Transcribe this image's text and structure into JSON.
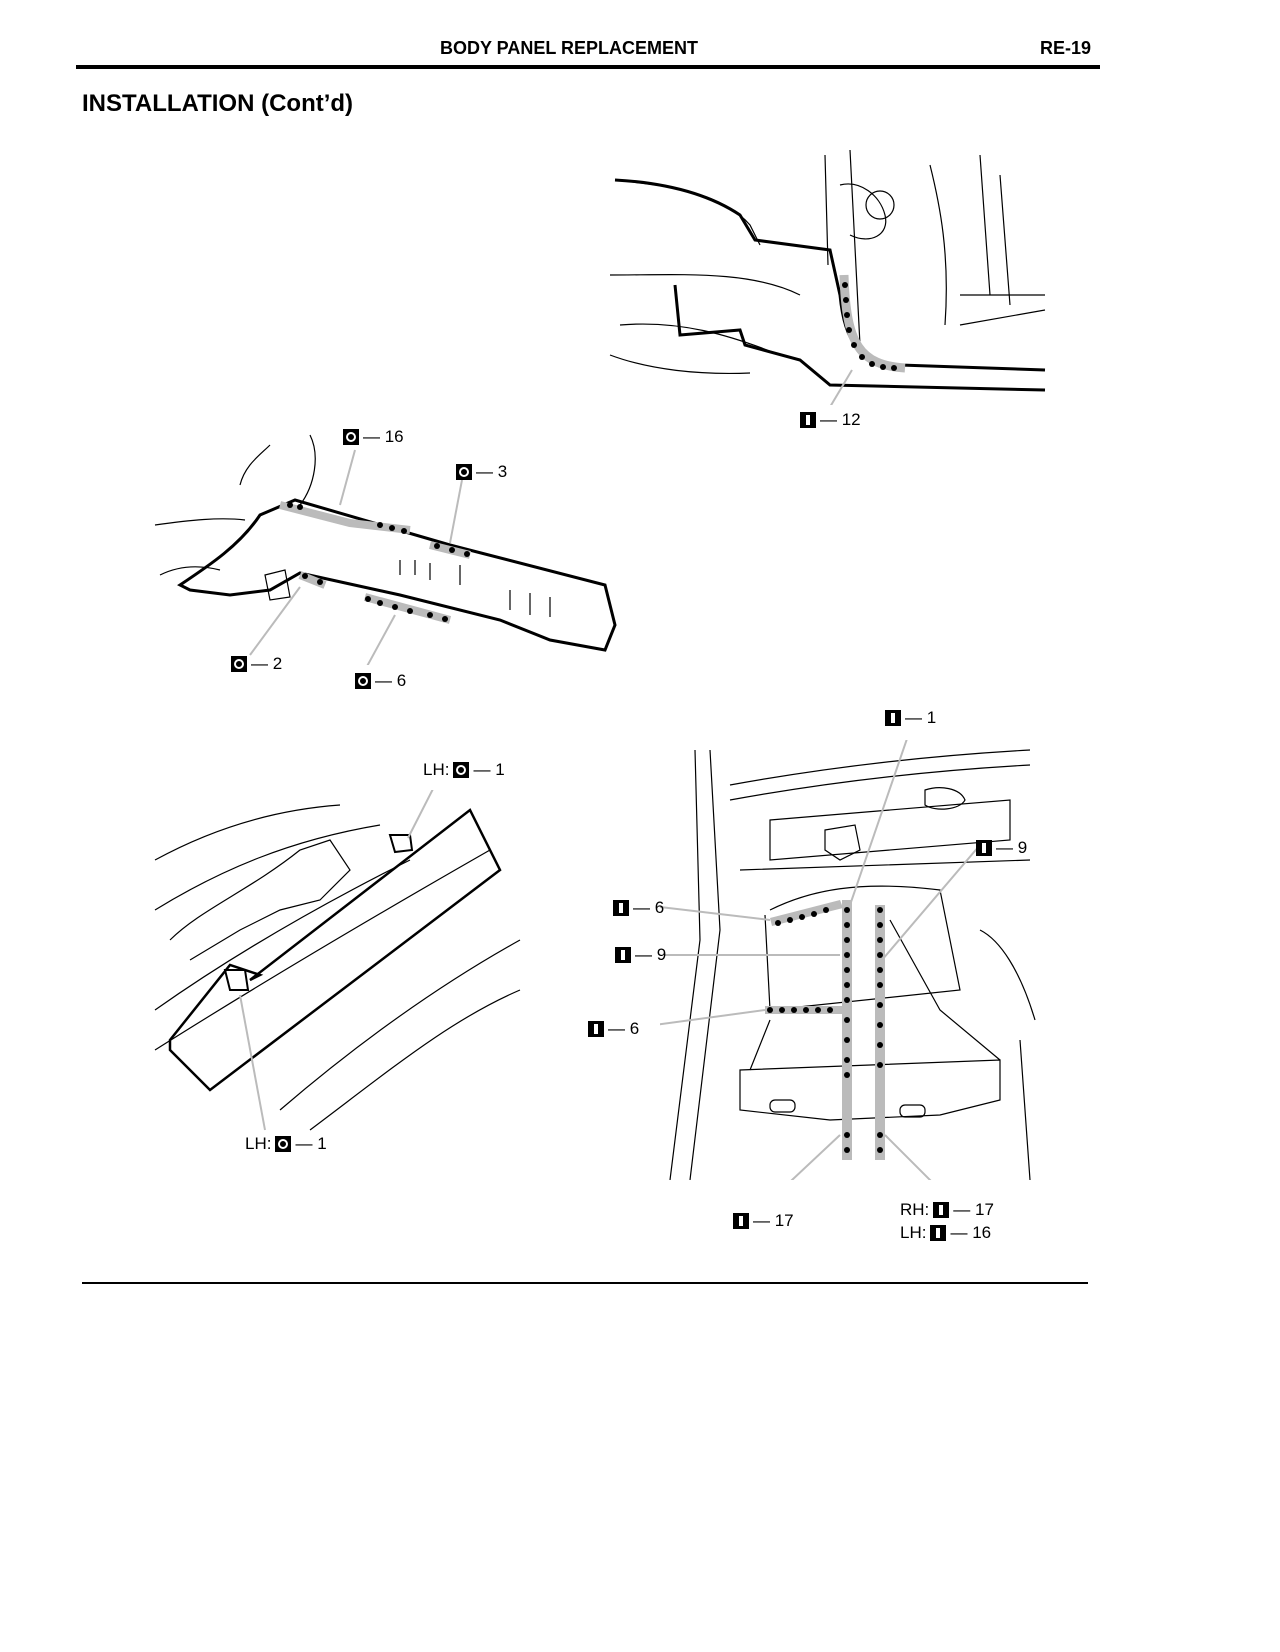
{
  "header": {
    "title": "BODY PANEL REPLACEMENT",
    "page": "RE-19"
  },
  "section_title": "INSTALLATION (Cont’d)",
  "figures": {
    "fig1": {
      "callouts": [
        {
          "icon": "bar-weld-icon",
          "text": "— 12"
        }
      ]
    },
    "fig2": {
      "callouts": [
        {
          "icon": "circle-weld-icon",
          "text": "— 16"
        },
        {
          "icon": "circle-weld-icon",
          "text": "— 3"
        },
        {
          "icon": "circle-weld-icon",
          "text": "— 2"
        },
        {
          "icon": "circle-weld-icon",
          "text": "— 6"
        }
      ]
    },
    "fig3": {
      "callouts": [
        {
          "prefix": "LH:",
          "icon": "circle-weld-icon",
          "text": "— 1"
        },
        {
          "prefix": "LH:",
          "icon": "circle-weld-icon",
          "text": "— 1"
        }
      ]
    },
    "fig4": {
      "callouts": [
        {
          "icon": "bar-weld-icon",
          "text": "— 1"
        },
        {
          "icon": "bar-weld-icon",
          "text": "— 9"
        },
        {
          "icon": "bar-weld-icon",
          "text": "— 6"
        },
        {
          "icon": "bar-weld-icon",
          "text": "— 9"
        },
        {
          "icon": "bar-weld-icon",
          "text": "— 6"
        },
        {
          "icon": "bar-weld-icon",
          "text": "— 17"
        },
        {
          "prefix": "RH:",
          "icon": "bar-weld-icon",
          "text": "— 17"
        },
        {
          "prefix": "LH:",
          "icon": "bar-weld-icon",
          "text": "— 16"
        }
      ]
    }
  }
}
